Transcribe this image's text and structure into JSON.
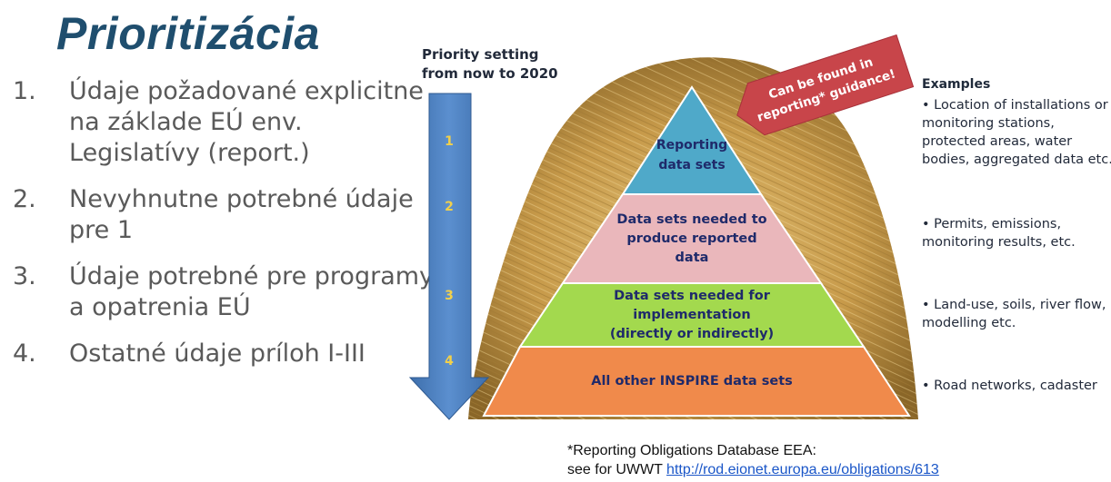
{
  "title": "Prioritizácia",
  "list": [
    {
      "num": "1.",
      "text": "Údaje  požadované explicitne na základe EÚ env. Legislatívy (report.)"
    },
    {
      "num": "2.",
      "text": "Nevyhnutne potrebné údaje pre 1"
    },
    {
      "num": "3.",
      "text": "Údaje potrebné pre programy a opatrenia EÚ"
    },
    {
      "num": "4.",
      "text": "Ostatné údaje príloh I-III"
    }
  ],
  "arrow": {
    "label_line1": "Priority setting",
    "label_line2": "from now to 2020",
    "steps": [
      "1",
      "2",
      "3",
      "4"
    ]
  },
  "banner": {
    "line1": "Can be found in",
    "line2": "reporting* guidance!"
  },
  "pyramid": {
    "levels": [
      {
        "lines": [
          "Reporting",
          "data sets"
        ],
        "color": "#4fa9c9"
      },
      {
        "lines": [
          "Data sets needed to",
          "produce reported",
          "data"
        ],
        "color": "#eab7bb"
      },
      {
        "lines": [
          "Data sets  needed for",
          "implementation",
          "(directly or indirectly)"
        ],
        "color": "#a3d94e"
      },
      {
        "lines": [
          "All  other INSPIRE data sets"
        ],
        "color": "#f08a4b"
      }
    ]
  },
  "examples": {
    "title": "Examples",
    "items": [
      "• Location of installations or monitoring stations, protected areas, water bodies, aggregated data etc.",
      "• Permits, emissions, monitoring results, etc.",
      "• Land-use, soils, river flow, modelling etc.",
      "• Road networks, cadaster"
    ]
  },
  "footer": {
    "line1": "*Reporting Obligations Database EEA:",
    "line2_prefix": "see for UWWT ",
    "link": "http://rod.eionet.europa.eu/obligations/613"
  },
  "colors": {
    "title": "#1f4e6e",
    "arrow": "#4a7ebb",
    "arrow_numbers": "#f2d04a",
    "banner": "#c8454a",
    "hay": "#c79a4a",
    "pyramid_text": "#1f2a6a"
  }
}
